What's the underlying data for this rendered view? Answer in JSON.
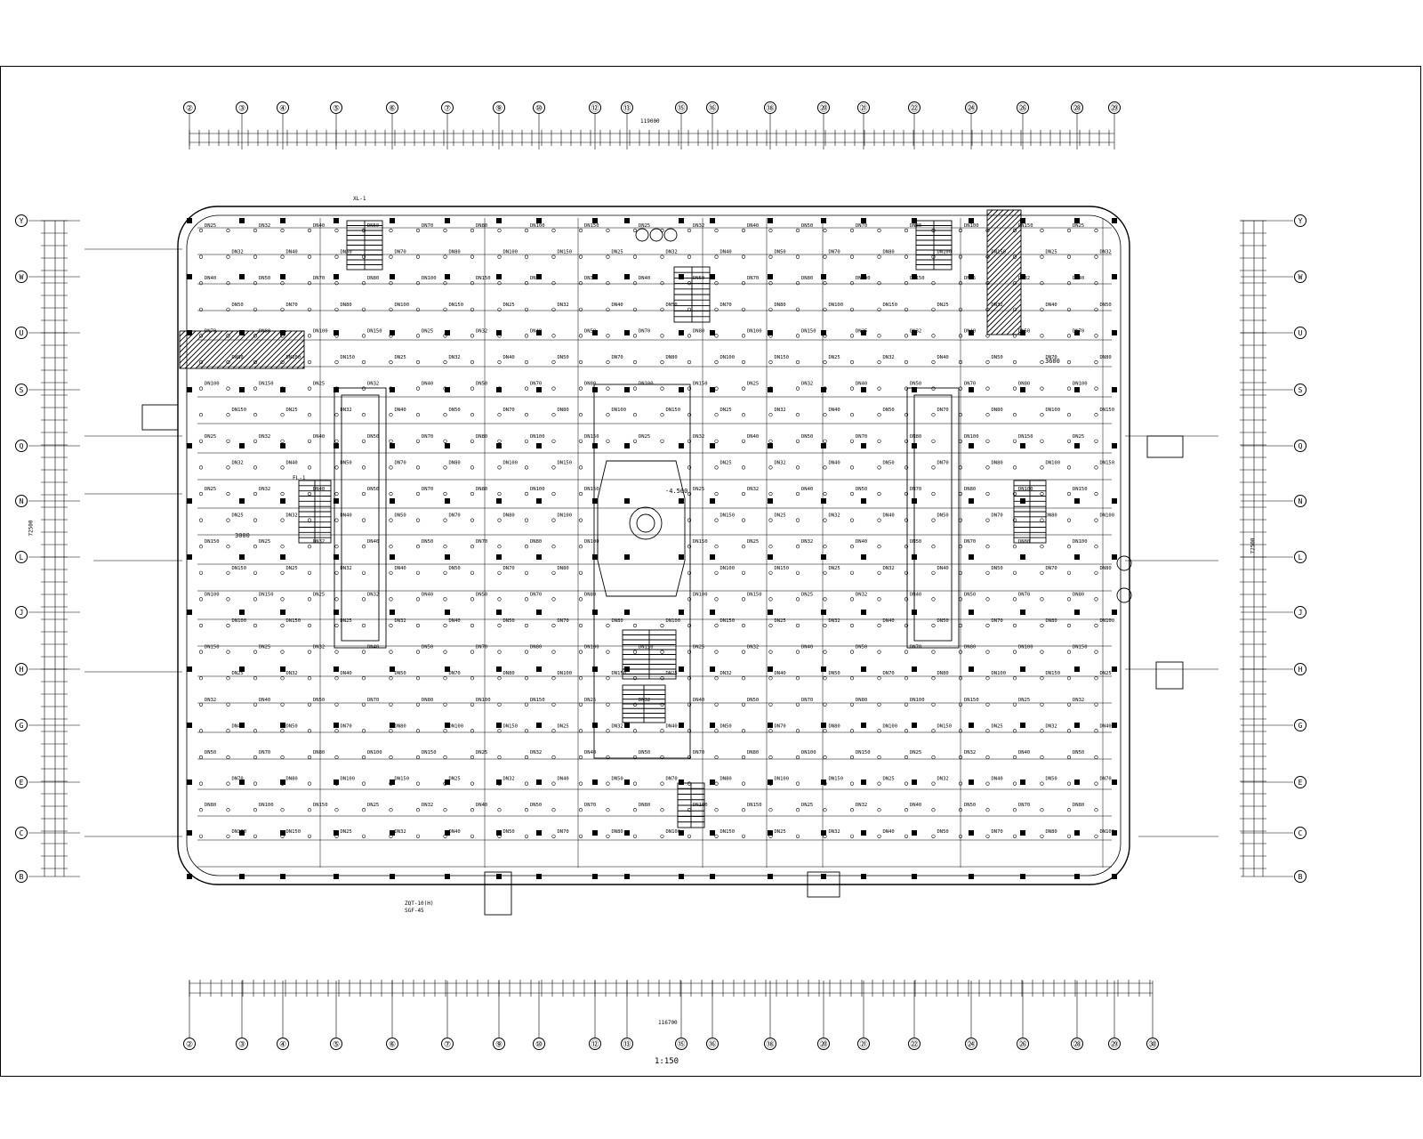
{
  "drawing": {
    "scale": "1:150"
  },
  "grid": {
    "top_labels": [
      "②",
      "③",
      "④",
      "⑤",
      "⑥",
      "⑦",
      "⑨",
      "⑩",
      "⑫",
      "⑬",
      "⑮",
      "⑯",
      "⑱",
      "⑳",
      "㉑",
      "㉒",
      "㉔",
      "㉖",
      "㉘",
      "㉙"
    ],
    "bottom_labels": [
      "②",
      "③",
      "④",
      "⑤",
      "⑥",
      "⑦",
      "⑨",
      "⑩",
      "⑫",
      "⑬",
      "⑮",
      "⑯",
      "⑱",
      "⑳",
      "㉑",
      "㉒",
      "㉔",
      "㉖",
      "㉘",
      "㉙",
      "㉚"
    ],
    "row_labels": [
      "Y",
      "W",
      "U",
      "S",
      "Q",
      "N",
      "L",
      "J",
      "H",
      "G",
      "E",
      "C",
      "B"
    ],
    "top_total": "119000",
    "bottom_total": "116700",
    "left_total": "72500",
    "right_total": "72500"
  },
  "pipe_labels": [
    "DN25",
    "DN32",
    "DN40",
    "DN50",
    "DN70",
    "DN80",
    "DN100",
    "DN150"
  ],
  "annotations": {
    "elevation": "-4.500",
    "dim_3600": "3600",
    "dim_3000": "3000",
    "pump_tag_1": "ZQT-10(H)",
    "pump_tag_2": "SGF-45",
    "riser_tag": "XL-1",
    "section_tag": "FL-1"
  }
}
